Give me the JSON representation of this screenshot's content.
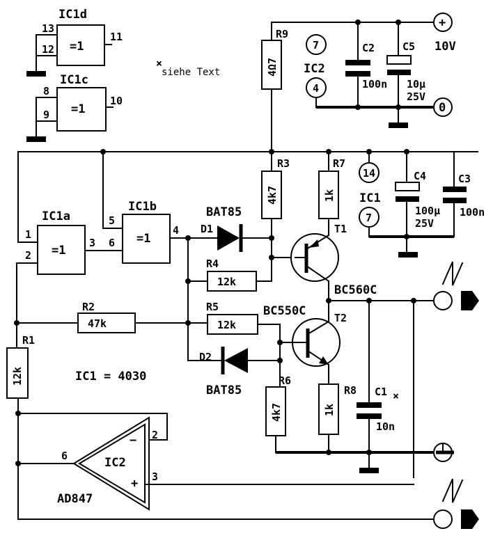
{
  "gates": {
    "ic1d": {
      "name": "IC1d",
      "symbol": "=1",
      "pin_a": "13",
      "pin_b": "12",
      "pin_out": "11"
    },
    "ic1c": {
      "name": "IC1c",
      "symbol": "=1",
      "pin_a": "8",
      "pin_b": "9",
      "pin_out": "10"
    },
    "ic1a": {
      "name": "IC1a",
      "symbol": "=1",
      "pin_a": "1",
      "pin_b": "2",
      "pin_out": "3"
    },
    "ic1b": {
      "name": "IC1b",
      "symbol": "=1",
      "pin_a": "5",
      "pin_b": "6",
      "pin_out": "4"
    }
  },
  "note": "siehe Text",
  "resistors": {
    "r1": {
      "ref": "R1",
      "value": "12k"
    },
    "r2": {
      "ref": "R2",
      "value": "47k"
    },
    "r3": {
      "ref": "R3",
      "value": "4k7"
    },
    "r4": {
      "ref": "R4",
      "value": "12k"
    },
    "r5": {
      "ref": "R5",
      "value": "12k"
    },
    "r6": {
      "ref": "R6",
      "value": "4k7"
    },
    "r7": {
      "ref": "R7",
      "value": "1k"
    },
    "r8": {
      "ref": "R8",
      "value": "1k"
    },
    "r9": {
      "ref": "R9",
      "value": "4Ω7"
    }
  },
  "capacitors": {
    "c1": {
      "ref": "C1",
      "value": "10n"
    },
    "c2": {
      "ref": "C2",
      "value": "100n"
    },
    "c3": {
      "ref": "C3",
      "value": "100n"
    },
    "c4": {
      "ref": "C4",
      "value1": "100µ",
      "value2": "25V"
    },
    "c5": {
      "ref": "C5",
      "value1": "10µ",
      "value2": "25V"
    }
  },
  "diodes": {
    "d1": {
      "ref": "D1",
      "type": "BAT85"
    },
    "d2": {
      "ref": "D2",
      "type": "BAT85"
    }
  },
  "transistors": {
    "t1": {
      "ref": "T1",
      "type": "BC560C"
    },
    "t2": {
      "ref": "T2",
      "type": "BC550C"
    }
  },
  "opamp": {
    "ref": "IC2",
    "type": "AD847",
    "pin_out": "6",
    "pin_inv": "2",
    "pin_noninv": "3",
    "minus": "−",
    "plus": "+"
  },
  "supply": {
    "ic2_label": "IC2",
    "ic2_pin_top": "7",
    "ic2_pin_bottom": "4",
    "ic1_label": "IC1",
    "ic1_pin_top": "14",
    "ic1_pin_bottom": "7",
    "plus_symbol": "+",
    "voltage": "10V",
    "zero": "0"
  },
  "ic1_type": "IC1 = 4030",
  "outputs": {
    "ground_symbol": "⊥"
  }
}
